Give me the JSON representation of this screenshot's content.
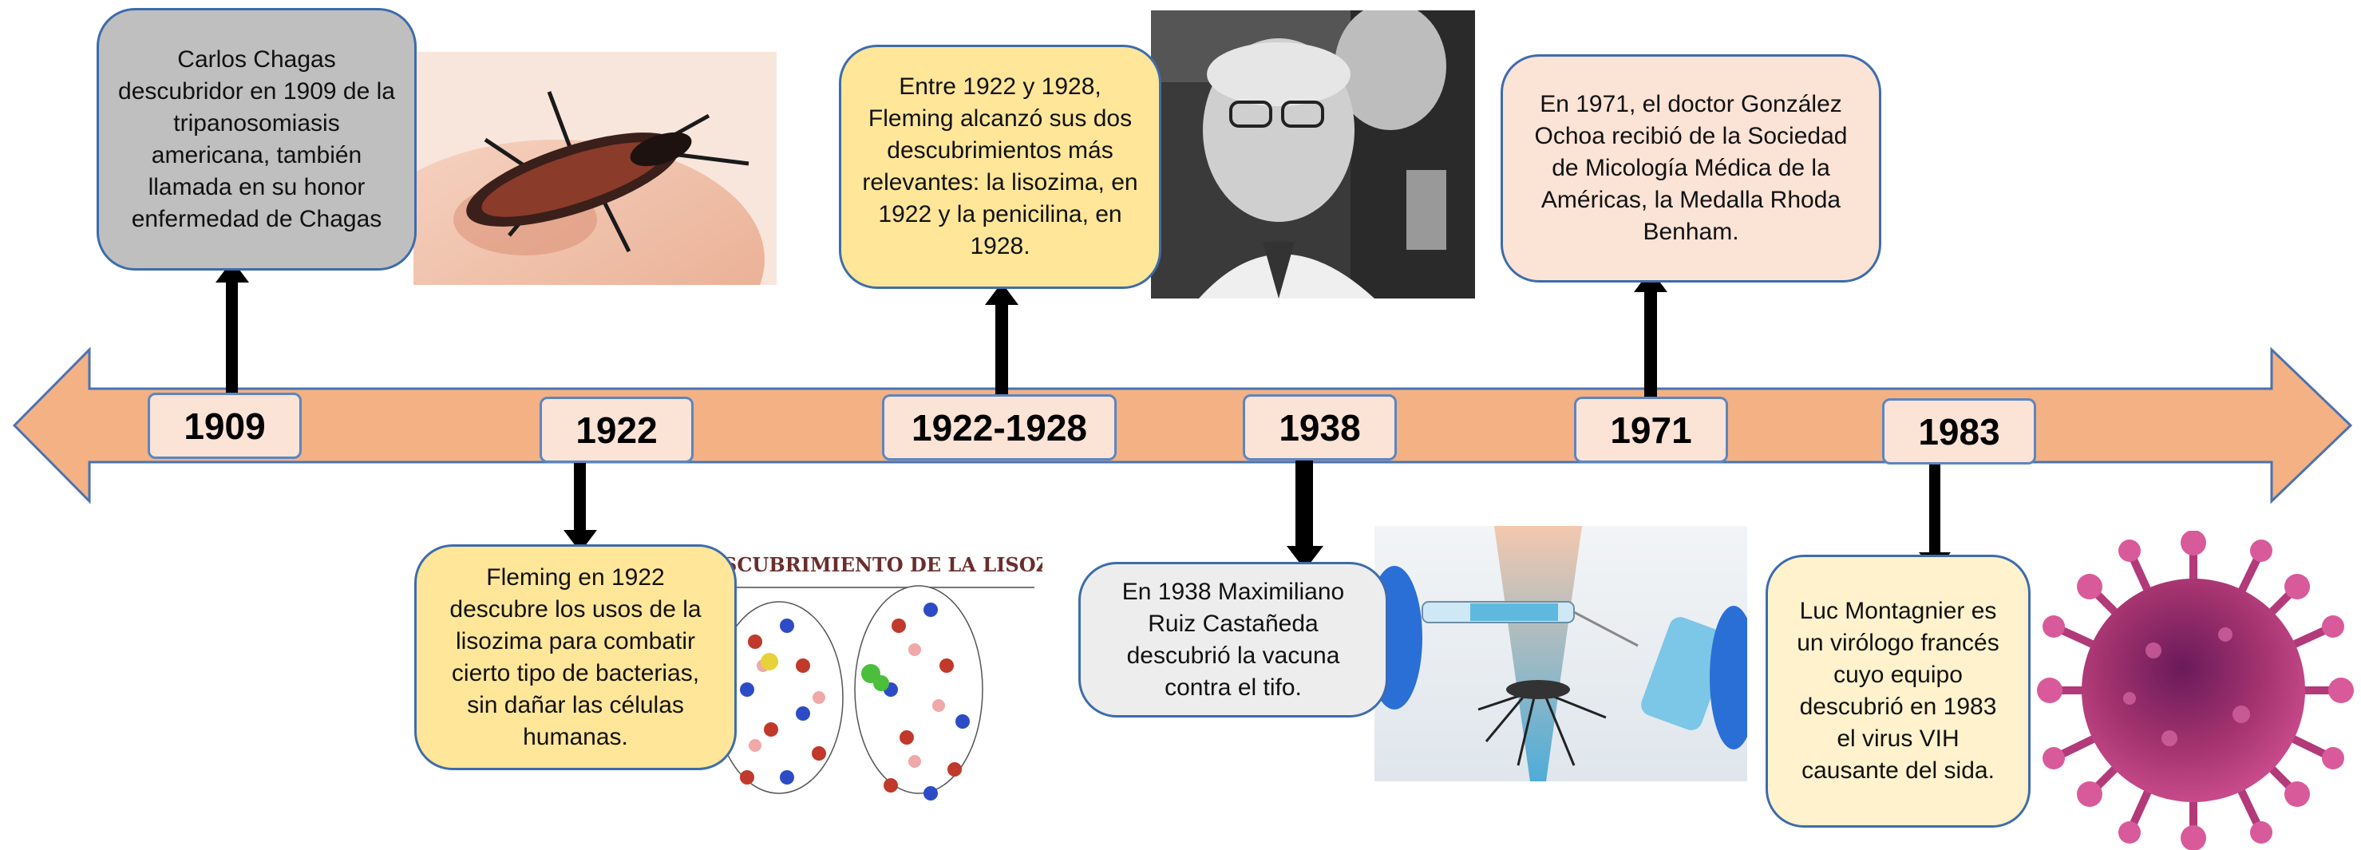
{
  "timeline": {
    "years": [
      "1909",
      "1922",
      "1922-1928",
      "1938",
      "1971",
      "1983"
    ]
  },
  "events": {
    "chagas": "Carlos Chagas descubridor en 1909 de la tripanosomiasis americana, también llamada en su honor enfermedad de Chagas",
    "fleming_1922": "Fleming en 1922 descubre los usos de la lisozima para combatir cierto tipo de bacterias, sin dañar las células humanas.",
    "fleming_1922_1928": "Entre 1922 y 1928, Fleming alcanzó sus dos descubrimientos más relevantes: la lisozima, en 1922 y la penicilina, en 1928.",
    "ruiz_1938": "En 1938 Maximiliano Ruiz Castañeda descubrió la vacuna contra el tifo.",
    "gonzalez_1971": "En 1971, el doctor González Ochoa recibió de la Sociedad de Micología Médica de la Américas, la Medalla Rhoda Benham.",
    "montagnier_1983": "Luc Montagnier es un virólogo francés cuyo equipo descubrió en 1983 el virus VIH causante del sida."
  },
  "images": {
    "lisozima_caption": "SCUBRIMIENTO DE LA LISOZIMA"
  },
  "colors": {
    "arrow_fill": "#f4b183",
    "arrow_stroke": "#4a72b0",
    "year_fill": "#fbe3d6",
    "box_gray": "#bfbfbf",
    "box_yellow": "#ffe699",
    "box_peach": "#fbe3d6",
    "box_light_gray": "#ededed",
    "box_cream": "#fff2cc"
  }
}
